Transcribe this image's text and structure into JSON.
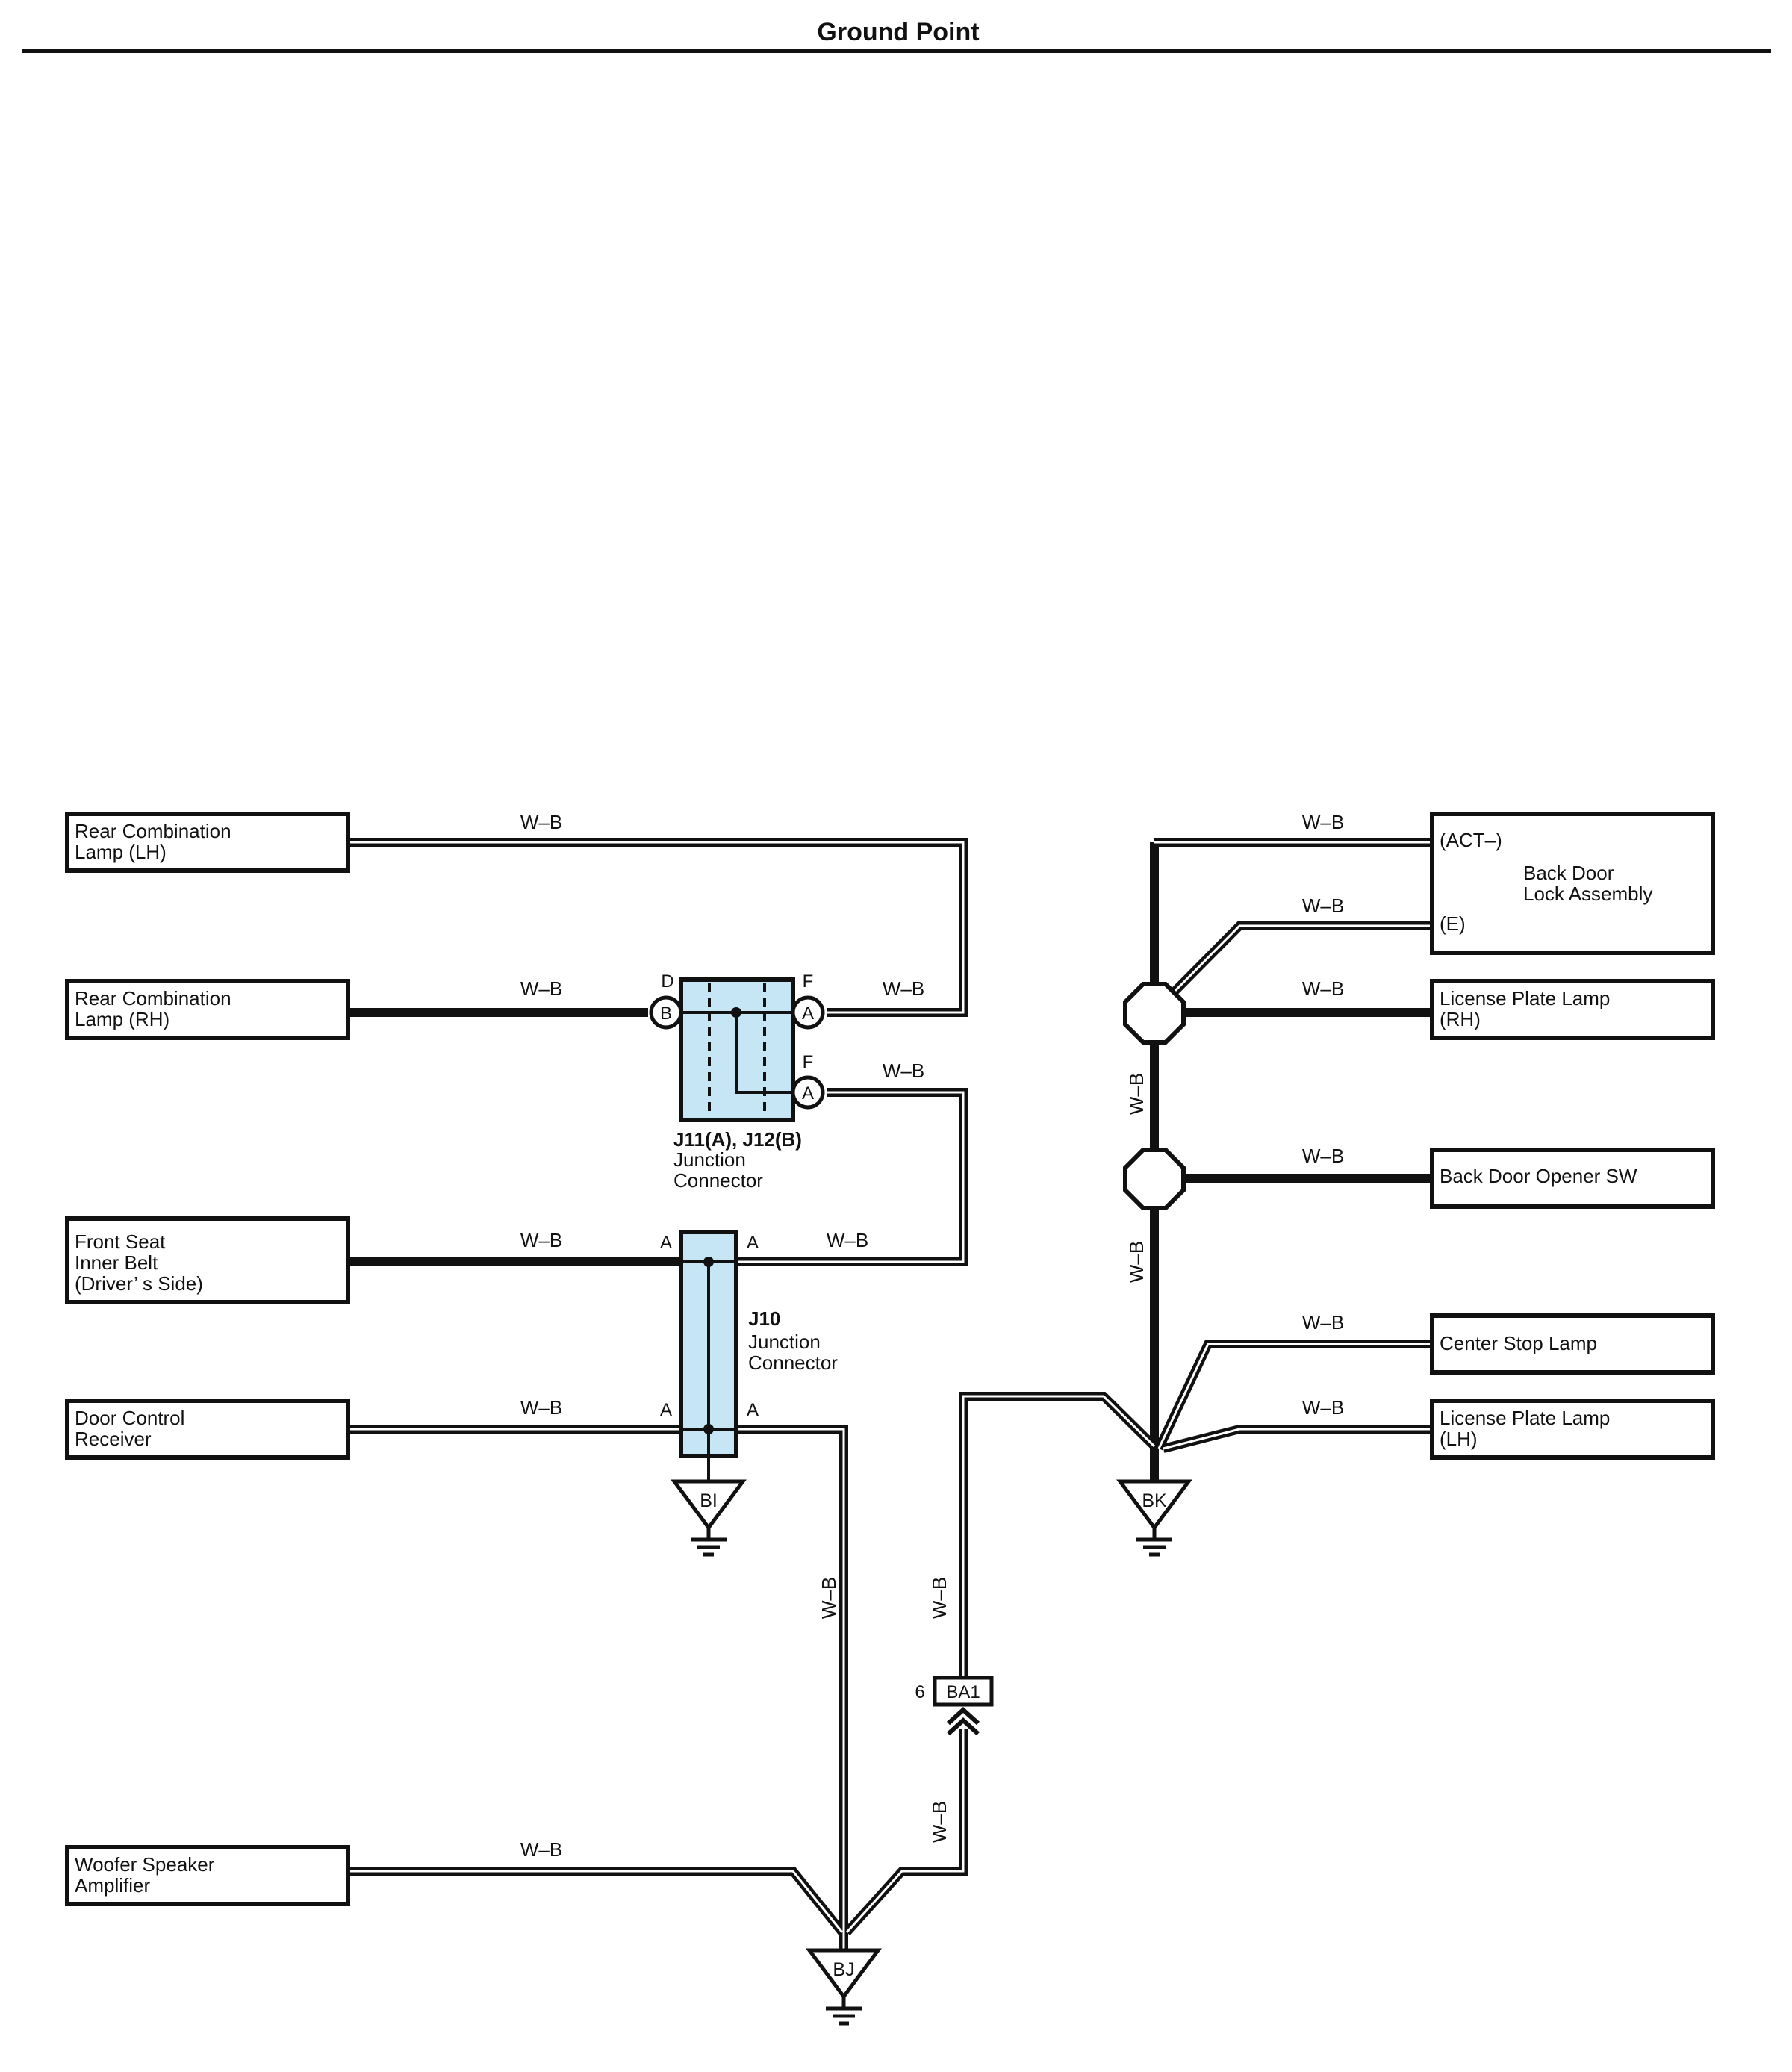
{
  "title": "Ground Point",
  "colors": {
    "junction_fill": "#c7e6f5",
    "wire": "#111111"
  },
  "wire_color": "W–B",
  "components": {
    "rear_comb_lh": [
      "Rear Combination",
      "Lamp (LH)"
    ],
    "rear_comb_rh": [
      "Rear Combination",
      "Lamp (RH)"
    ],
    "front_seat": [
      "Front Seat",
      "Inner Belt",
      "(Driver’ s Side)"
    ],
    "door_control": [
      "Door Control",
      "Receiver"
    ],
    "woofer": [
      "Woofer Speaker",
      "Amplifier"
    ],
    "back_door_lock": [
      "Back Door",
      "Lock Assembly"
    ],
    "back_door_lock_pins": {
      "act": "(ACT–)",
      "e": "(E)"
    },
    "license_rh": [
      "License Plate Lamp",
      "(RH)"
    ],
    "back_door_opener": [
      "Back Door Opener SW"
    ],
    "center_stop": [
      "Center Stop Lamp"
    ],
    "license_lh": [
      "License Plate Lamp",
      "(LH)"
    ]
  },
  "junctions": {
    "j11_j12": {
      "name": "J11(A), J12(B)",
      "desc": [
        "Junction",
        "Connector"
      ],
      "pins": {
        "d": "D",
        "f": "F",
        "b": "B",
        "a": "A"
      }
    },
    "j10": {
      "name": "J10",
      "desc": [
        "Junction",
        "Connector"
      ],
      "pin": "A"
    }
  },
  "grounds": {
    "bi": "BI",
    "bk": "BK",
    "bj": "BJ"
  },
  "connector_ba1": {
    "name": "BA1",
    "pin": "6"
  }
}
